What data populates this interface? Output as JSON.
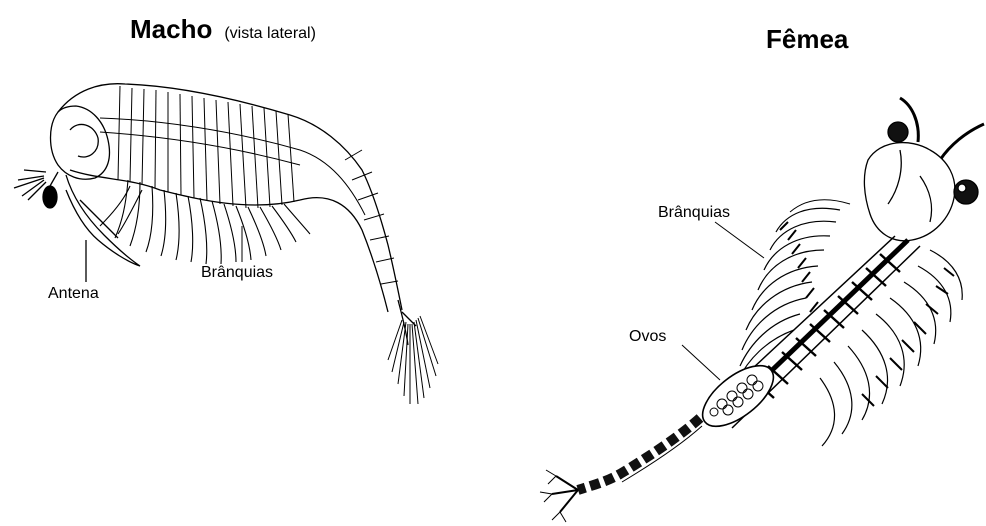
{
  "male": {
    "title": "Macho",
    "subtitle": "(vista lateral)",
    "labels": {
      "antenna": "Antena",
      "gills": "Brânquias"
    }
  },
  "female": {
    "title": "Fêmea",
    "labels": {
      "gills": "Brânquias",
      "eggs": "Ovos"
    }
  },
  "colors": {
    "ink": "#000000",
    "background": "#ffffff"
  }
}
